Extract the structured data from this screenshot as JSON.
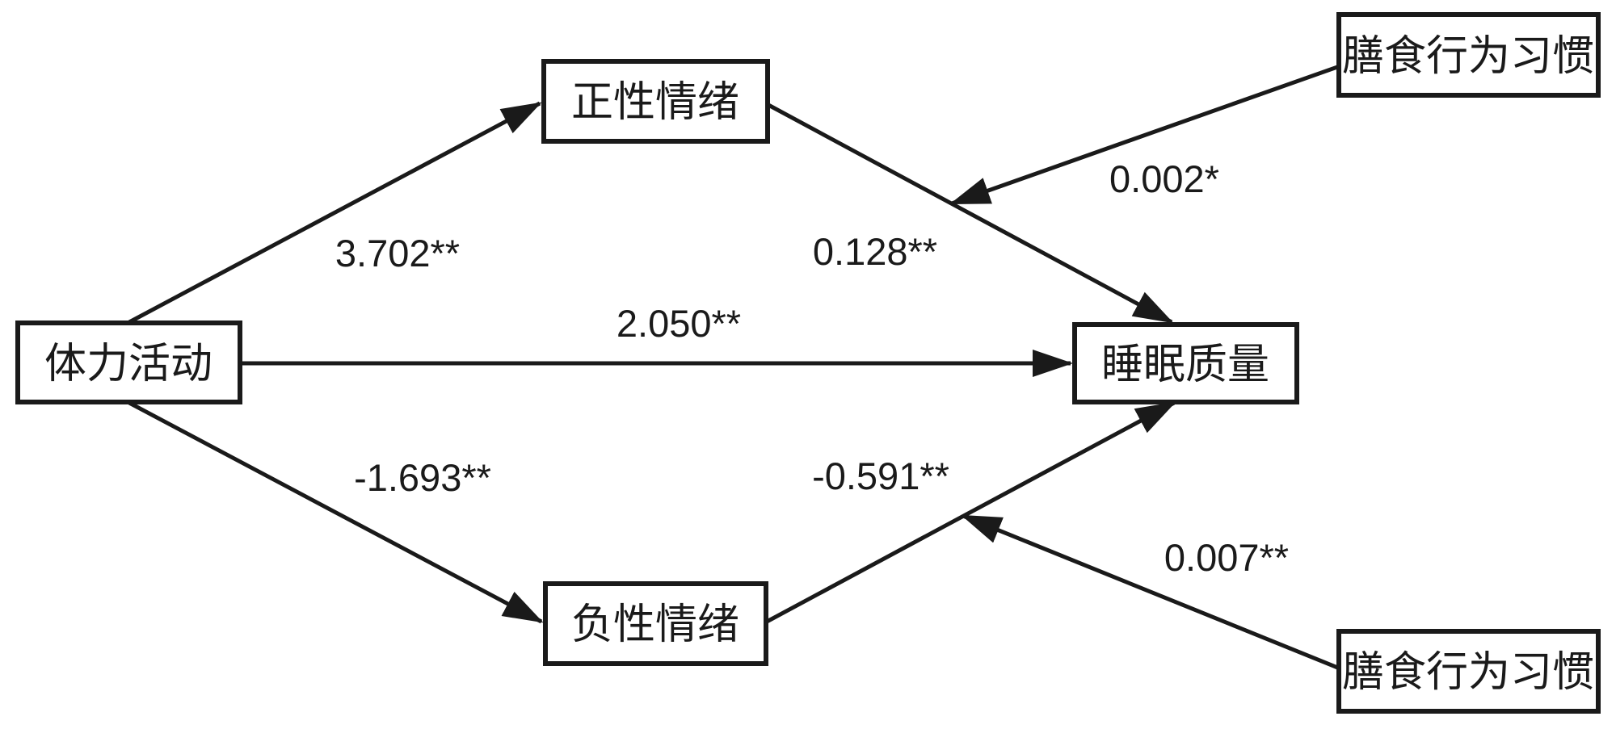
{
  "figure": {
    "type": "moderated-mediation-path-diagram",
    "background_color": "#ffffff",
    "line_color": "#1a1a1a",
    "nodes": {
      "physical_activity": {
        "label": "体力活动"
      },
      "positive_emotion": {
        "label": "正性情绪"
      },
      "negative_emotion": {
        "label": "负性情绪"
      },
      "sleep_quality": {
        "label": "睡眠质量"
      },
      "dietary_habits_top": {
        "label": "膳食行为习惯"
      },
      "dietary_habits_bottom": {
        "label": "膳食行为习惯"
      }
    },
    "paths": {
      "pa_to_positive": {
        "from": "体力活动",
        "to": "正性情绪",
        "coefficient": "3.702**"
      },
      "positive_to_sleep": {
        "from": "正性情绪",
        "to": "睡眠质量",
        "coefficient": "0.128**"
      },
      "pa_to_sleep": {
        "from": "体力活动",
        "to": "睡眠质量",
        "coefficient": "2.050**"
      },
      "pa_to_negative": {
        "from": "体力活动",
        "to": "负性情绪",
        "coefficient": "-1.693**"
      },
      "negative_to_sleep": {
        "from": "负性情绪",
        "to": "睡眠质量",
        "coefficient": "-0.591**"
      },
      "dietary_top_moderation": {
        "from": "膳食行为习惯",
        "to": "正性情绪→睡眠质量",
        "coefficient": "0.002*"
      },
      "dietary_bottom_moderation": {
        "from": "膳食行为习惯",
        "to": "负性情绪→睡眠质量",
        "coefficient": "0.007**"
      }
    }
  }
}
